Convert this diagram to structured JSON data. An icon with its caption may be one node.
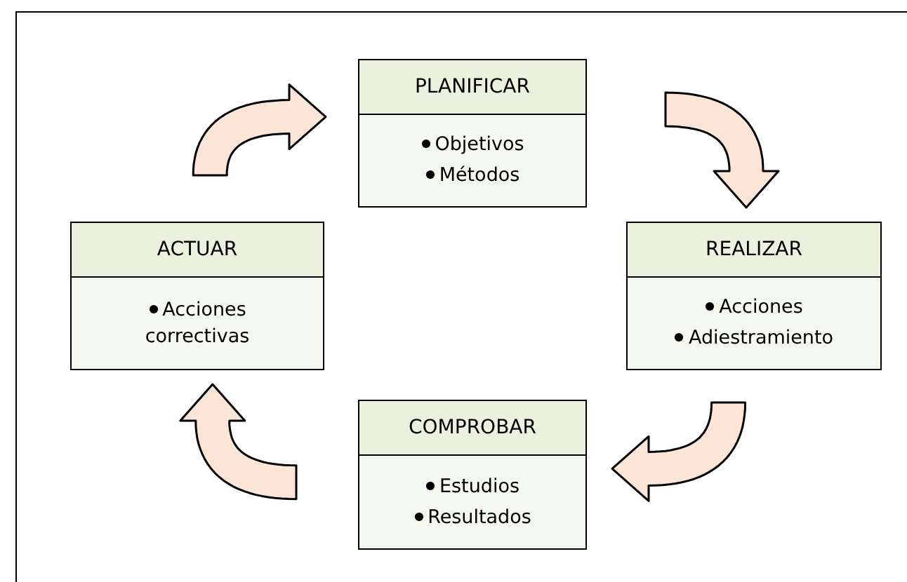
{
  "diagram": {
    "nodes": [
      {
        "text": [
          "PLANIFICAR",
          "Objetivos",
          "Métodos"
        ]
      },
      {
        "text": [
          "ACTUAR",
          "Acciones correctivas"
        ]
      },
      {
        "text": [
          "REALIZAR",
          "Acciones",
          "Adiestramiento"
        ]
      },
      {
        "text": [
          "COMPROBAR",
          "Estudios",
          "Resultados"
        ]
      }
    ],
    "edges": [
      {
        "from": 1,
        "to": 0,
        "arrow": "to",
        "style": "thick"
      },
      {
        "from": 0,
        "to": 2,
        "arrow": "to",
        "style": "thick"
      },
      {
        "from": 2,
        "to": 3,
        "arrow": "to",
        "style": "thick"
      },
      {
        "from": 3,
        "to": 1,
        "arrow": "to",
        "style": "thick"
      }
    ]
  }
}
